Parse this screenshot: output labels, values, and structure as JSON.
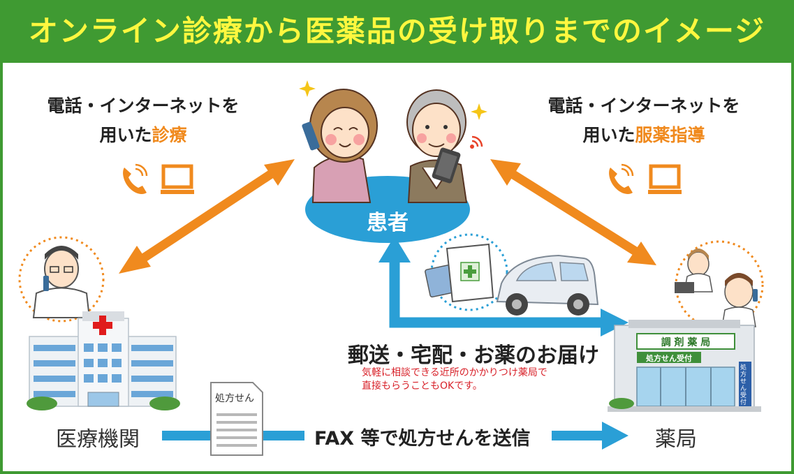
{
  "header": {
    "title": "オンライン診療から医薬品の受け取りまでのイメージ"
  },
  "left_caption": {
    "line1": "電話・インターネットを",
    "line2_prefix": "用いた",
    "line2_highlight": "診療"
  },
  "right_caption": {
    "line1": "電話・インターネットを",
    "line2_prefix": "用いた",
    "line2_highlight": "服薬指導"
  },
  "patient": {
    "label": "患者"
  },
  "hospital": {
    "label": "医療機関"
  },
  "pharmacy": {
    "label": "薬局",
    "sign_name": "調 剤 薬 局",
    "sign_counter": "処方せん受付",
    "side_sign": "処方せん受付"
  },
  "prescription": {
    "label": "処方せん"
  },
  "fax": {
    "label": "FAX 等で処方せんを送信"
  },
  "delivery": {
    "main": "郵送・宅配・お薬のお届け",
    "note_line1": "気軽に相談できる近所のかかりつけ薬局で",
    "note_line2": "直接もらうこともOKです。"
  },
  "colors": {
    "green": "#3f9a32",
    "title_yellow": "#fff73f",
    "orange": "#f08a1e",
    "blue": "#2a9fd6",
    "red_note": "#d8222a"
  },
  "icons": [
    "phone-icon",
    "laptop-icon",
    "sparkle-icon",
    "signal-icon",
    "red-cross-icon"
  ]
}
